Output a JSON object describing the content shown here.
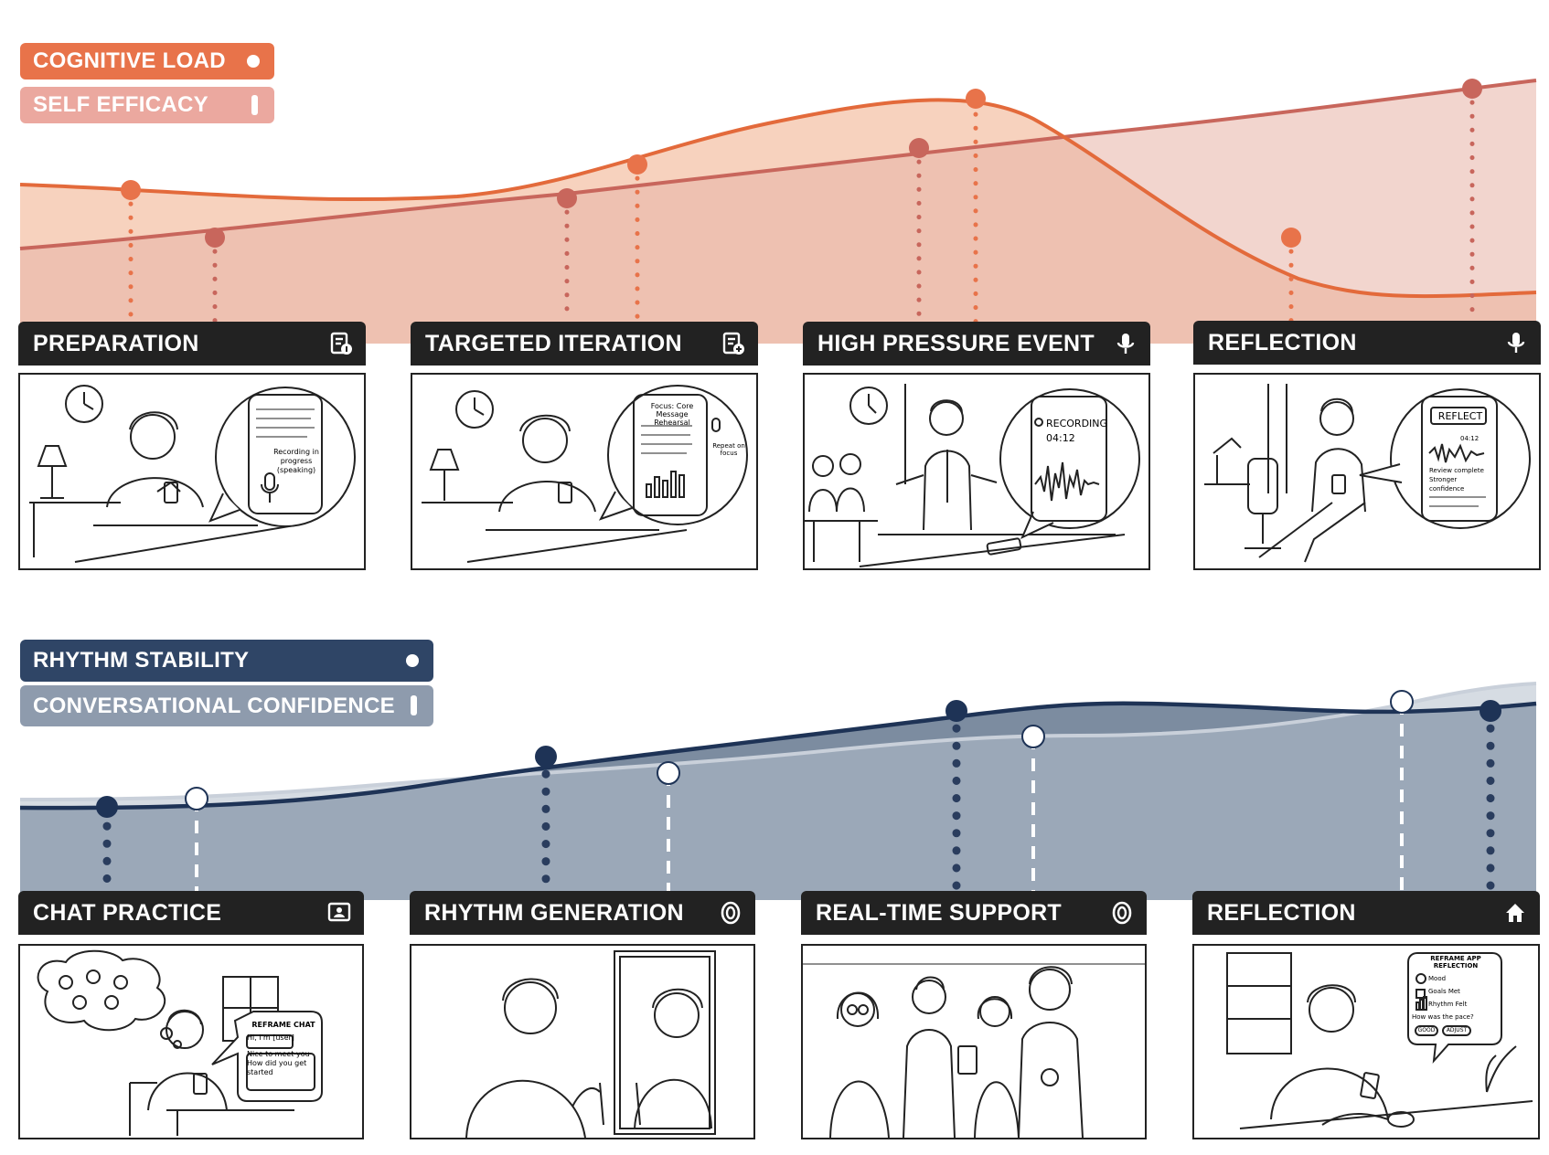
{
  "top": {
    "legend": [
      {
        "label": "COGNITIVE LOAD",
        "color": "#E8734A"
      },
      {
        "label": "SELF EFFICACY",
        "color": "#EBA89F"
      }
    ],
    "stages": [
      {
        "title": "PREPARATION",
        "icon": "document-icon"
      },
      {
        "title": "TARGETED ITERATION",
        "icon": "document-add-icon"
      },
      {
        "title": "HIGH PRESSURE EVENT",
        "icon": "microphone-icon"
      },
      {
        "title": "REFLECTION",
        "icon": "microphone-icon"
      }
    ],
    "bubbles": [
      {
        "lines": [
          "Recording in progress",
          "(speaking)"
        ]
      },
      {
        "lines": [
          "Focus: Core Message",
          "Rehearsal",
          "Repeat on",
          "focus"
        ]
      },
      {
        "lines": [
          "RECORDING",
          "04:12"
        ]
      },
      {
        "lines": [
          "REFLECT",
          "04:12",
          "Review complete",
          "Stronger confidence"
        ]
      }
    ]
  },
  "bottom": {
    "legend": [
      {
        "label": "RHYTHM STABILITY",
        "color": "#2F4566"
      },
      {
        "label": "CONVERSATIONAL CONFIDENCE",
        "color": "#8E9BAD"
      }
    ],
    "stages": [
      {
        "title": "CHAT PRACTICE",
        "icon": "chat-icon"
      },
      {
        "title": "RHYTHM GENERATION",
        "icon": "pulse-icon"
      },
      {
        "title": "REAL-TIME SUPPORT",
        "icon": "pulse-icon"
      },
      {
        "title": "REFLECTION",
        "icon": "home-icon"
      }
    ],
    "bubbles": [
      {
        "lines": [
          "REFRAME CHAT",
          "Hi, I'm [user]",
          "Nice to meet you",
          "How did you get started"
        ]
      },
      {
        "lines": []
      },
      {
        "lines": []
      },
      {
        "lines": [
          "REFRAME APP",
          "REFLECTION",
          "Mood",
          "Goals Met",
          "Rhythm Felt",
          "How was the pace?",
          "GOOD",
          "ADJUST"
        ]
      }
    ]
  }
}
